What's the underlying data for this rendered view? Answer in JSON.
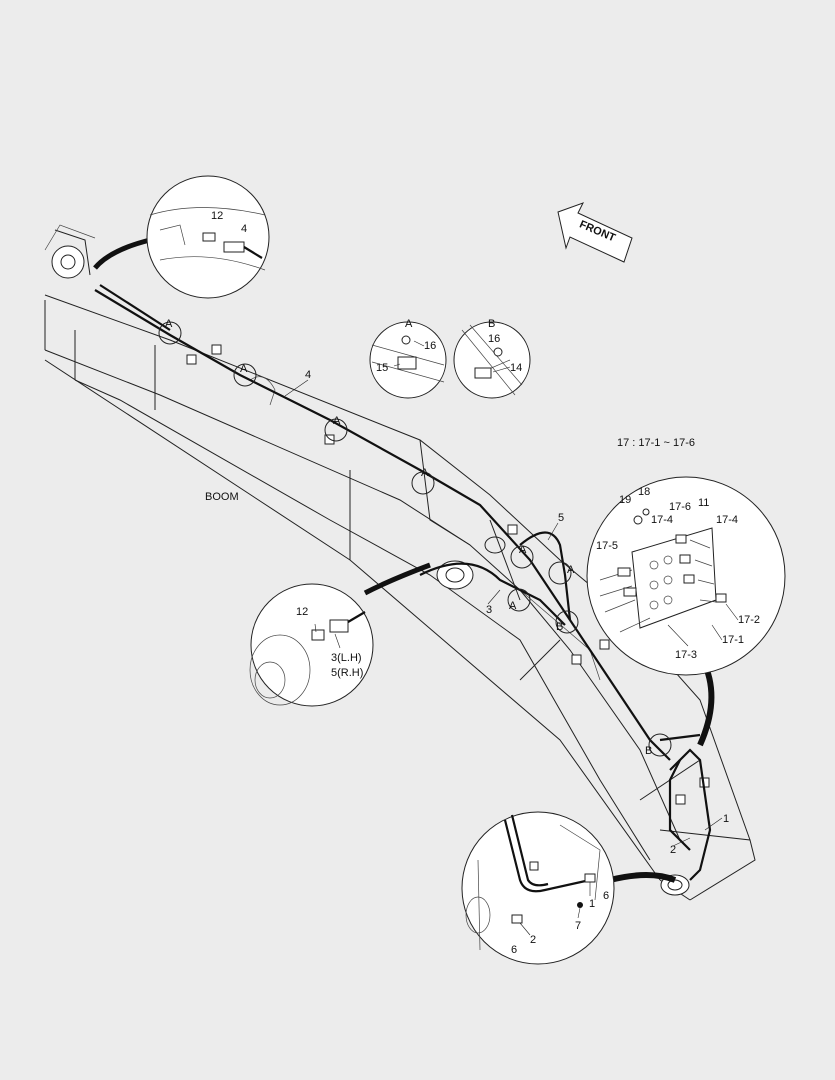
{
  "title": "",
  "labels": {
    "boom": "BOOM",
    "front": "FRONT",
    "kit_note": "17 : 17-1 ~ 17-6",
    "section_a": "A",
    "section_b": "B",
    "l3lh": "3(L.H)",
    "l5rh": "5(R.H)"
  },
  "callouts": {
    "c1": "1",
    "c2": "2",
    "c3": "3",
    "c4": "4",
    "c5": "5",
    "c6": "6",
    "c7": "7",
    "c11": "11",
    "c12": "12",
    "c14": "14",
    "c15": "15",
    "c16": "16",
    "c18": "18",
    "c19": "19",
    "c17_1": "17-1",
    "c17_2": "17-2",
    "c17_3": "17-3",
    "c17_4": "17-4",
    "c17_5": "17-5",
    "c17_6": "17-6"
  },
  "colors": {
    "background": "#ececec",
    "line": "#222222",
    "detail_fill": "#ffffff"
  }
}
